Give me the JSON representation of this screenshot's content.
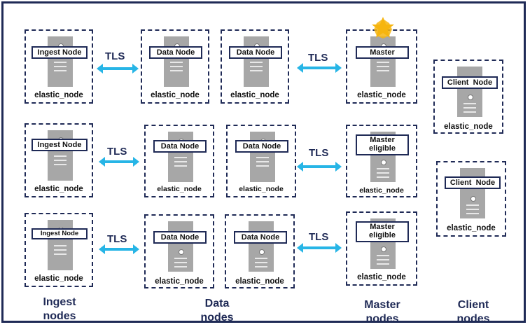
{
  "tls": "TLS",
  "caption": "elastic_node",
  "labels": {
    "ingest": "Ingest Node",
    "data": "Data Node",
    "master": "Master",
    "master_eligible_1": "Master",
    "master_eligible_2": "eligible",
    "client": "Client  Node"
  },
  "columns": {
    "ingest_1": "Ingest",
    "ingest_2": "nodes",
    "data_1": "Data",
    "data_2": "nodes",
    "master_1": "Master",
    "master_2": "nodes",
    "client_1": "Client",
    "client_2": "nodes"
  },
  "colors": {
    "frame": "#1f2a56",
    "server": "#a7a7a7",
    "arrow": "#27b5e6",
    "star": "#f6b50f"
  }
}
